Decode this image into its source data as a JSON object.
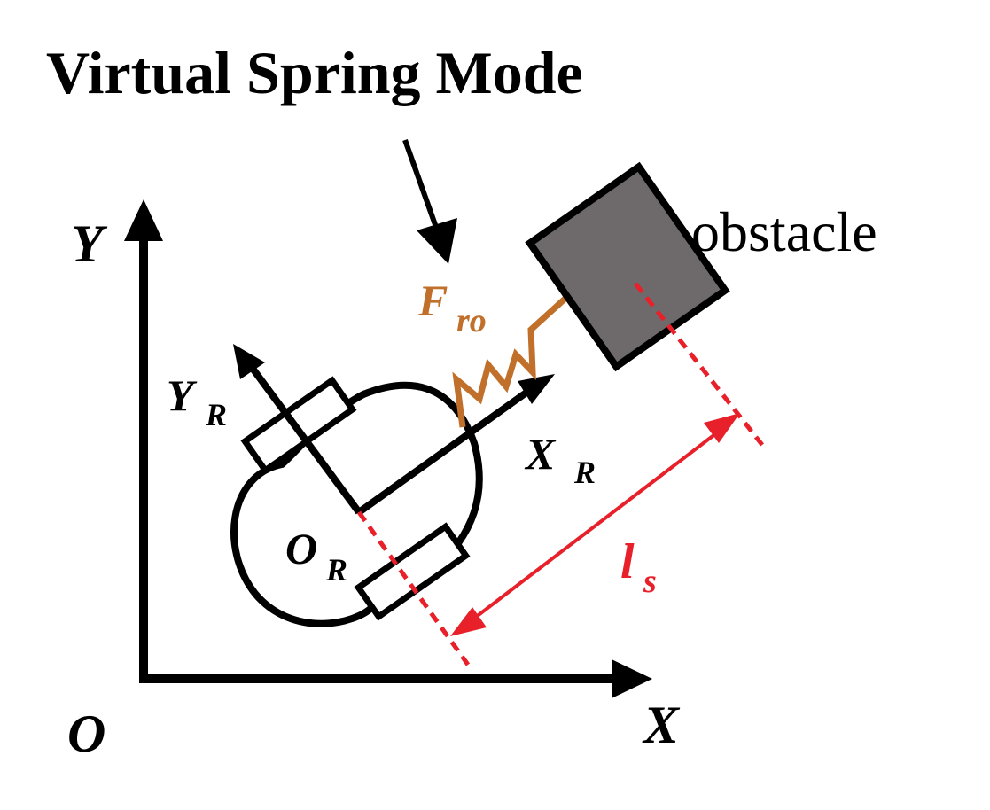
{
  "title": "Virtual Spring Mode",
  "world_frame": {
    "x_label": "X",
    "y_label": "Y",
    "origin_label": "O"
  },
  "robot_frame": {
    "x_label": "X",
    "x_sub": "R",
    "y_label": "Y",
    "y_sub": "R",
    "origin_label": "O",
    "origin_sub": "R"
  },
  "force": {
    "label": "F",
    "sub": "ro"
  },
  "distance": {
    "label": "l",
    "sub": "s"
  },
  "obstacle": {
    "label": "obstacle"
  },
  "colors": {
    "line": "#000000",
    "spring": "#c0702a",
    "distance": "#e8202a",
    "obstacle_fill": "#6e6a6b"
  },
  "icons": {
    "title_pointer": "arrow-down-icon",
    "robot_wheels": "wheel-icon"
  }
}
